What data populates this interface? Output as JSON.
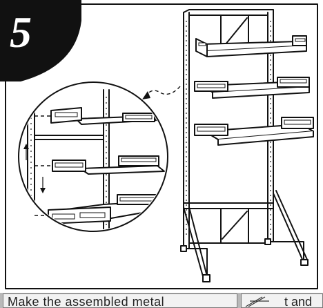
{
  "step": {
    "number": "5"
  },
  "caption": {
    "text": "Make the assembled metal",
    "next_fragment": "t and"
  },
  "colors": {
    "badge": "#111111",
    "line": "#111111",
    "caption_bar": "#b9b9b9"
  }
}
